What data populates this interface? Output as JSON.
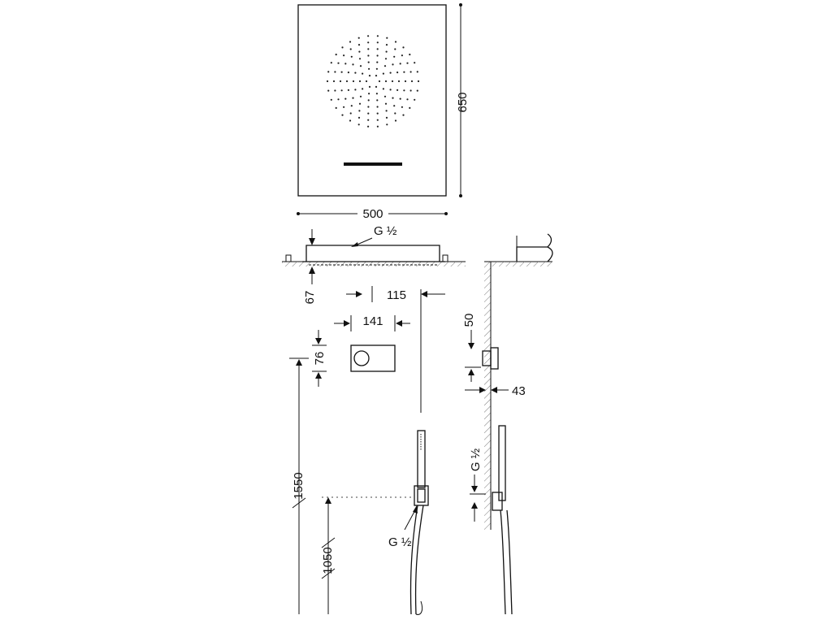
{
  "diagram": {
    "dimensions": {
      "panel_width": "500",
      "panel_height": "650",
      "panel_depth": "67",
      "inlet_panel": "G ½",
      "hand_shower_offset": "115",
      "control_width": "141",
      "control_height": "76",
      "control_projection_height": "50",
      "control_wall_projection": "43",
      "hand_shower_inlet_side": "G ½",
      "control_mount_height": "1550",
      "hand_shower_mount_height": "1050",
      "hand_shower_inlet_front": "G ½"
    }
  }
}
